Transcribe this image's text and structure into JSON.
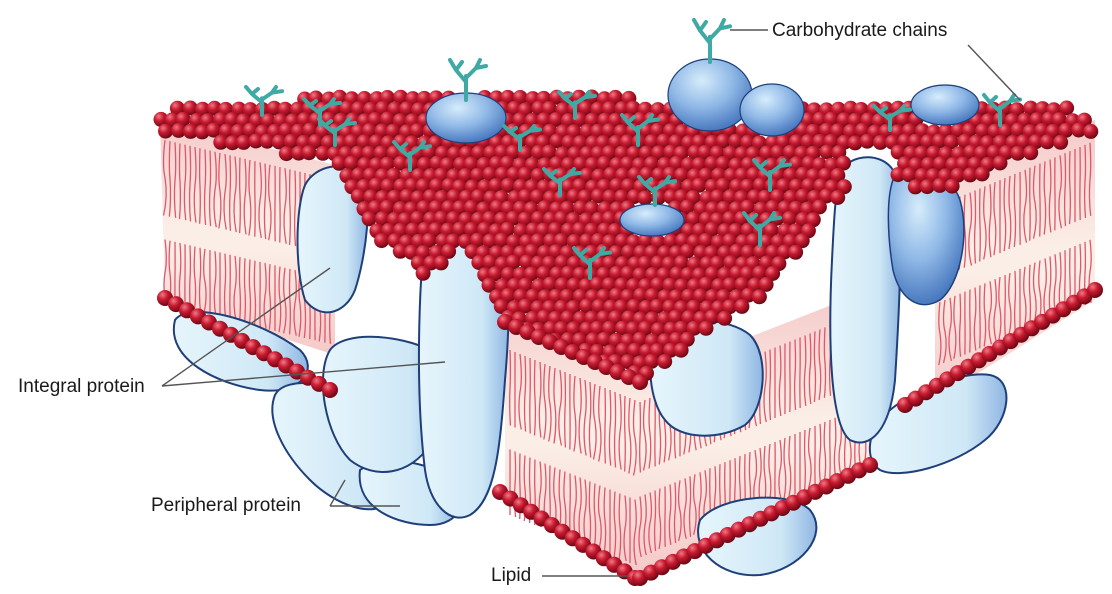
{
  "labels": {
    "carbohydrate_chains": "Carbohydrate chains",
    "integral_protein": "Integral protein",
    "peripheral_protein": "Peripheral protein",
    "lipid": "Lipid"
  },
  "colors": {
    "lipid_head": "#c0182d",
    "lipid_head_highlight": "#e8606e",
    "lipid_head_shadow": "#7a0a18",
    "lipid_tail": "#e0566a",
    "bilayer_fill": "#f7d8d5",
    "bilayer_mid": "#fbe9e0",
    "protein_light": "#ddf1fa",
    "protein_mid": "#a9cdea",
    "protein_dark": "#4c7fc4",
    "protein_outline": "#1f3f7a",
    "carbohydrate": "#3fa9a3",
    "leader_line": "#555555"
  }
}
